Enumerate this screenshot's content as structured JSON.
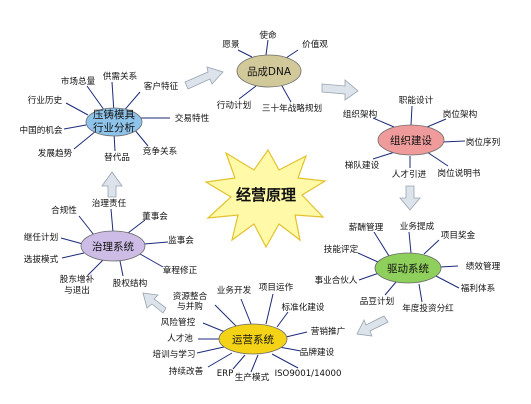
{
  "center": "经营原理",
  "hubs": {
    "casting": {
      "lines": [
        "压铸模具",
        "行业分析"
      ],
      "color": "#8fc4ea"
    },
    "dna": {
      "lines": [
        "品成DNA"
      ],
      "color": "#d2c99a"
    },
    "org": {
      "lines": [
        "组织建设"
      ],
      "color": "#ef9b9b"
    },
    "drive": {
      "lines": [
        "驱动系统"
      ],
      "color": "#8fcf5c"
    },
    "ops": {
      "lines": [
        "运营系统"
      ],
      "color": "#f4d317"
    },
    "gov": {
      "lines": [
        "治理系统"
      ],
      "color": "#cdbde6"
    }
  },
  "labels": {
    "casting": [
      "市场总量",
      "供需关系",
      "客户特征",
      "行业历史",
      "交易特性",
      "中国的机会",
      "发展趋势",
      "替代品",
      "竞争关系"
    ],
    "dna": [
      "使命",
      "愿景",
      "价值观",
      "行动计划",
      "三十年战略规划"
    ],
    "org": [
      "组织架构",
      "职能设计",
      "岗位架构",
      "岗位序列",
      "梯队建设",
      "人才引进",
      "岗位说明书"
    ],
    "drive": [
      "薪酬管理",
      "业务提成",
      "项目奖金",
      "技能评定",
      "绩效管理",
      "事业合伙人",
      "福利体系",
      "品豆计划",
      "年度投资分红"
    ],
    "ops": [
      "资源整合",
      "与并购",
      "业务开发",
      "项目运作",
      "标准化建设",
      "风险管控",
      "人才池",
      "营销推广",
      "培训与学习",
      "品牌建设",
      "持续改善",
      "ERP",
      "生产模式",
      "ISO9001/14000"
    ],
    "gov": [
      "治理责任",
      "合规性",
      "董事会",
      "继任计划",
      "监事会",
      "选拔模式",
      "章程修正",
      "股东增补",
      "与退出",
      "股权结构"
    ]
  },
  "colors": {
    "spoke": "#1c2a7a",
    "arrow": "#dde3ea",
    "arrow_edge": "#97a3b0",
    "star": "#fff9a8",
    "star_edge": "#e2c12c"
  }
}
